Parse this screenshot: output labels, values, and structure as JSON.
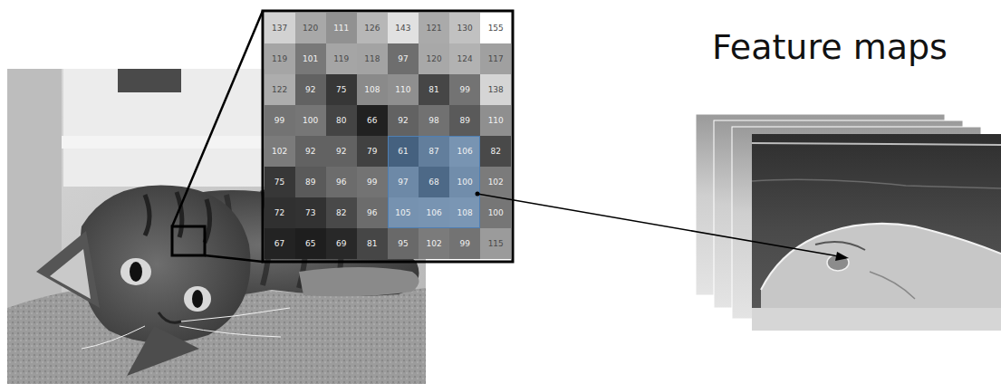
{
  "diagram": {
    "title": "Feature maps",
    "labels": [
      "137",
      "120",
      "111",
      "126",
      "143",
      "121",
      "130",
      "155",
      "119",
      "101",
      "119",
      "118",
      "97",
      "120",
      "124",
      "117",
      "122",
      "92",
      "75",
      "108",
      "110",
      "81",
      "99",
      "138",
      "99",
      "100",
      "80",
      "66",
      "92",
      "98",
      "89",
      "110",
      "102",
      "92",
      "92",
      "79",
      "61",
      "87",
      "106",
      "82",
      "75",
      "89",
      "96",
      "99",
      "97",
      "68",
      "100",
      "102",
      "72",
      "73",
      "82",
      "96",
      "105",
      "106",
      "108",
      "100",
      "67",
      "65",
      "69",
      "81",
      "95",
      "102",
      "99",
      "115"
    ]
  }
}
